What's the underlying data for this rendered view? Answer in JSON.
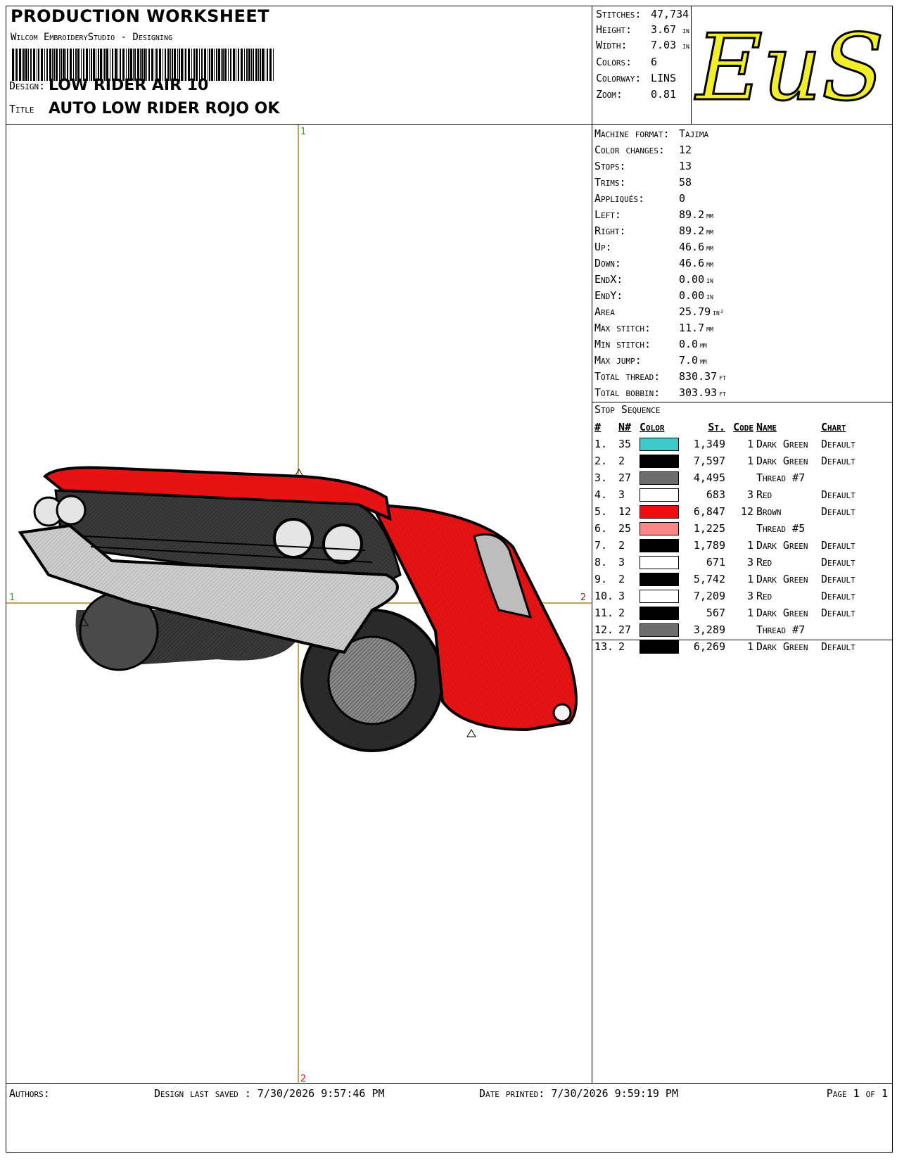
{
  "header": {
    "title": "PRODUCTION WORKSHEET",
    "software": "Wilcom EmbroideryStudio - Designing",
    "design_label": "Design:",
    "design_value": "LOW RIDER AIR  10",
    "title_label": "Title",
    "title_value": "AUTO LOW RIDER ROJO OK"
  },
  "summary": [
    {
      "label": "Stitches:",
      "value": "47,734",
      "unit": ""
    },
    {
      "label": "Height:",
      "value": "3.67",
      "unit": "in"
    },
    {
      "label": "Width:",
      "value": "7.03",
      "unit": "in"
    },
    {
      "label": "Colors:",
      "value": "6",
      "unit": ""
    },
    {
      "label": "Colorway:",
      "value": "LINS",
      "unit": ""
    },
    {
      "label": "Zoom:",
      "value": "0.81",
      "unit": ""
    }
  ],
  "logo": {
    "text": "EuS",
    "color": "#f2ee2a"
  },
  "axes": {
    "top_label": "1",
    "bottom_label": "2",
    "left_label": "1",
    "right_label": "2",
    "line_color": "#a8892f"
  },
  "machine_info": [
    {
      "label": "Machine format:",
      "value": "Tajima",
      "unit": ""
    },
    {
      "label": "Color changes:",
      "value": "12",
      "unit": ""
    },
    {
      "label": "Stops:",
      "value": "13",
      "unit": ""
    },
    {
      "label": "Trims:",
      "value": "58",
      "unit": ""
    },
    {
      "label": "Appliqués:",
      "value": "0",
      "unit": ""
    },
    {
      "label": "Left:",
      "value": "89.2",
      "unit": "mm"
    },
    {
      "label": "Right:",
      "value": "89.2",
      "unit": "mm"
    },
    {
      "label": "Up:",
      "value": "46.6",
      "unit": "mm"
    },
    {
      "label": "Down:",
      "value": "46.6",
      "unit": "mm"
    },
    {
      "label": "EndX:",
      "value": "0.00",
      "unit": "in"
    },
    {
      "label": "EndY:",
      "value": "0.00",
      "unit": "in"
    },
    {
      "label": "Area",
      "value": "25.79",
      "unit": "in²"
    },
    {
      "label": "Max stitch:",
      "value": "11.7",
      "unit": "mm"
    },
    {
      "label": "Min stitch:",
      "value": "0.0",
      "unit": "mm"
    },
    {
      "label": "Max jump:",
      "value": "7.0",
      "unit": "mm"
    },
    {
      "label": "Total thread:",
      "value": "830.37",
      "unit": "ft"
    },
    {
      "label": "Total bobbin:",
      "value": "303.93",
      "unit": "ft"
    }
  ],
  "stop_sequence": {
    "title": "Stop Sequence",
    "headers": [
      "#",
      "N#",
      "Color",
      "St.",
      "Code",
      "Name",
      "Chart"
    ],
    "rows": [
      {
        "num": "1.",
        "n": "35",
        "color": "#3fc9c9",
        "st": "1,349",
        "code": "1",
        "name": "Dark Green",
        "chart": "Default"
      },
      {
        "num": "2.",
        "n": "2",
        "color": "#000000",
        "st": "7,597",
        "code": "1",
        "name": "Dark Green",
        "chart": "Default"
      },
      {
        "num": "3.",
        "n": "27",
        "color": "#6e6e6e",
        "st": "4,495",
        "code": "",
        "name": "Thread #7",
        "chart": ""
      },
      {
        "num": "4.",
        "n": "3",
        "color": "#ffffff",
        "st": "683",
        "code": "3",
        "name": "Red",
        "chart": "Default"
      },
      {
        "num": "5.",
        "n": "12",
        "color": "#ef0d0d",
        "st": "6,847",
        "code": "12",
        "name": "Brown",
        "chart": "Default"
      },
      {
        "num": "6.",
        "n": "25",
        "color": "#f98787",
        "st": "1,225",
        "code": "",
        "name": "Thread #5",
        "chart": ""
      },
      {
        "num": "7.",
        "n": "2",
        "color": "#000000",
        "st": "1,789",
        "code": "1",
        "name": "Dark Green",
        "chart": "Default"
      },
      {
        "num": "8.",
        "n": "3",
        "color": "#ffffff",
        "st": "671",
        "code": "3",
        "name": "Red",
        "chart": "Default"
      },
      {
        "num": "9.",
        "n": "2",
        "color": "#000000",
        "st": "5,742",
        "code": "1",
        "name": "Dark Green",
        "chart": "Default"
      },
      {
        "num": "10.",
        "n": "3",
        "color": "#ffffff",
        "st": "7,209",
        "code": "3",
        "name": "Red",
        "chart": "Default"
      },
      {
        "num": "11.",
        "n": "2",
        "color": "#000000",
        "st": "567",
        "code": "1",
        "name": "Dark Green",
        "chart": "Default"
      },
      {
        "num": "12.",
        "n": "27",
        "color": "#6e6e6e",
        "st": "3,289",
        "code": "",
        "name": "Thread #7",
        "chart": ""
      },
      {
        "num": "13.",
        "n": "2",
        "color": "#000000",
        "st": "6,269",
        "code": "1",
        "name": "Dark Green",
        "chart": "Default"
      }
    ]
  },
  "footer": {
    "authors_label": "Authors:",
    "saved_label": "Design last saved :",
    "saved_value": "7/30/2026 9:57:46 PM",
    "printed_label": "Date printed:",
    "printed_value": "7/30/2026 9:59:19 PM",
    "page_label": "Page 1 of 1"
  }
}
